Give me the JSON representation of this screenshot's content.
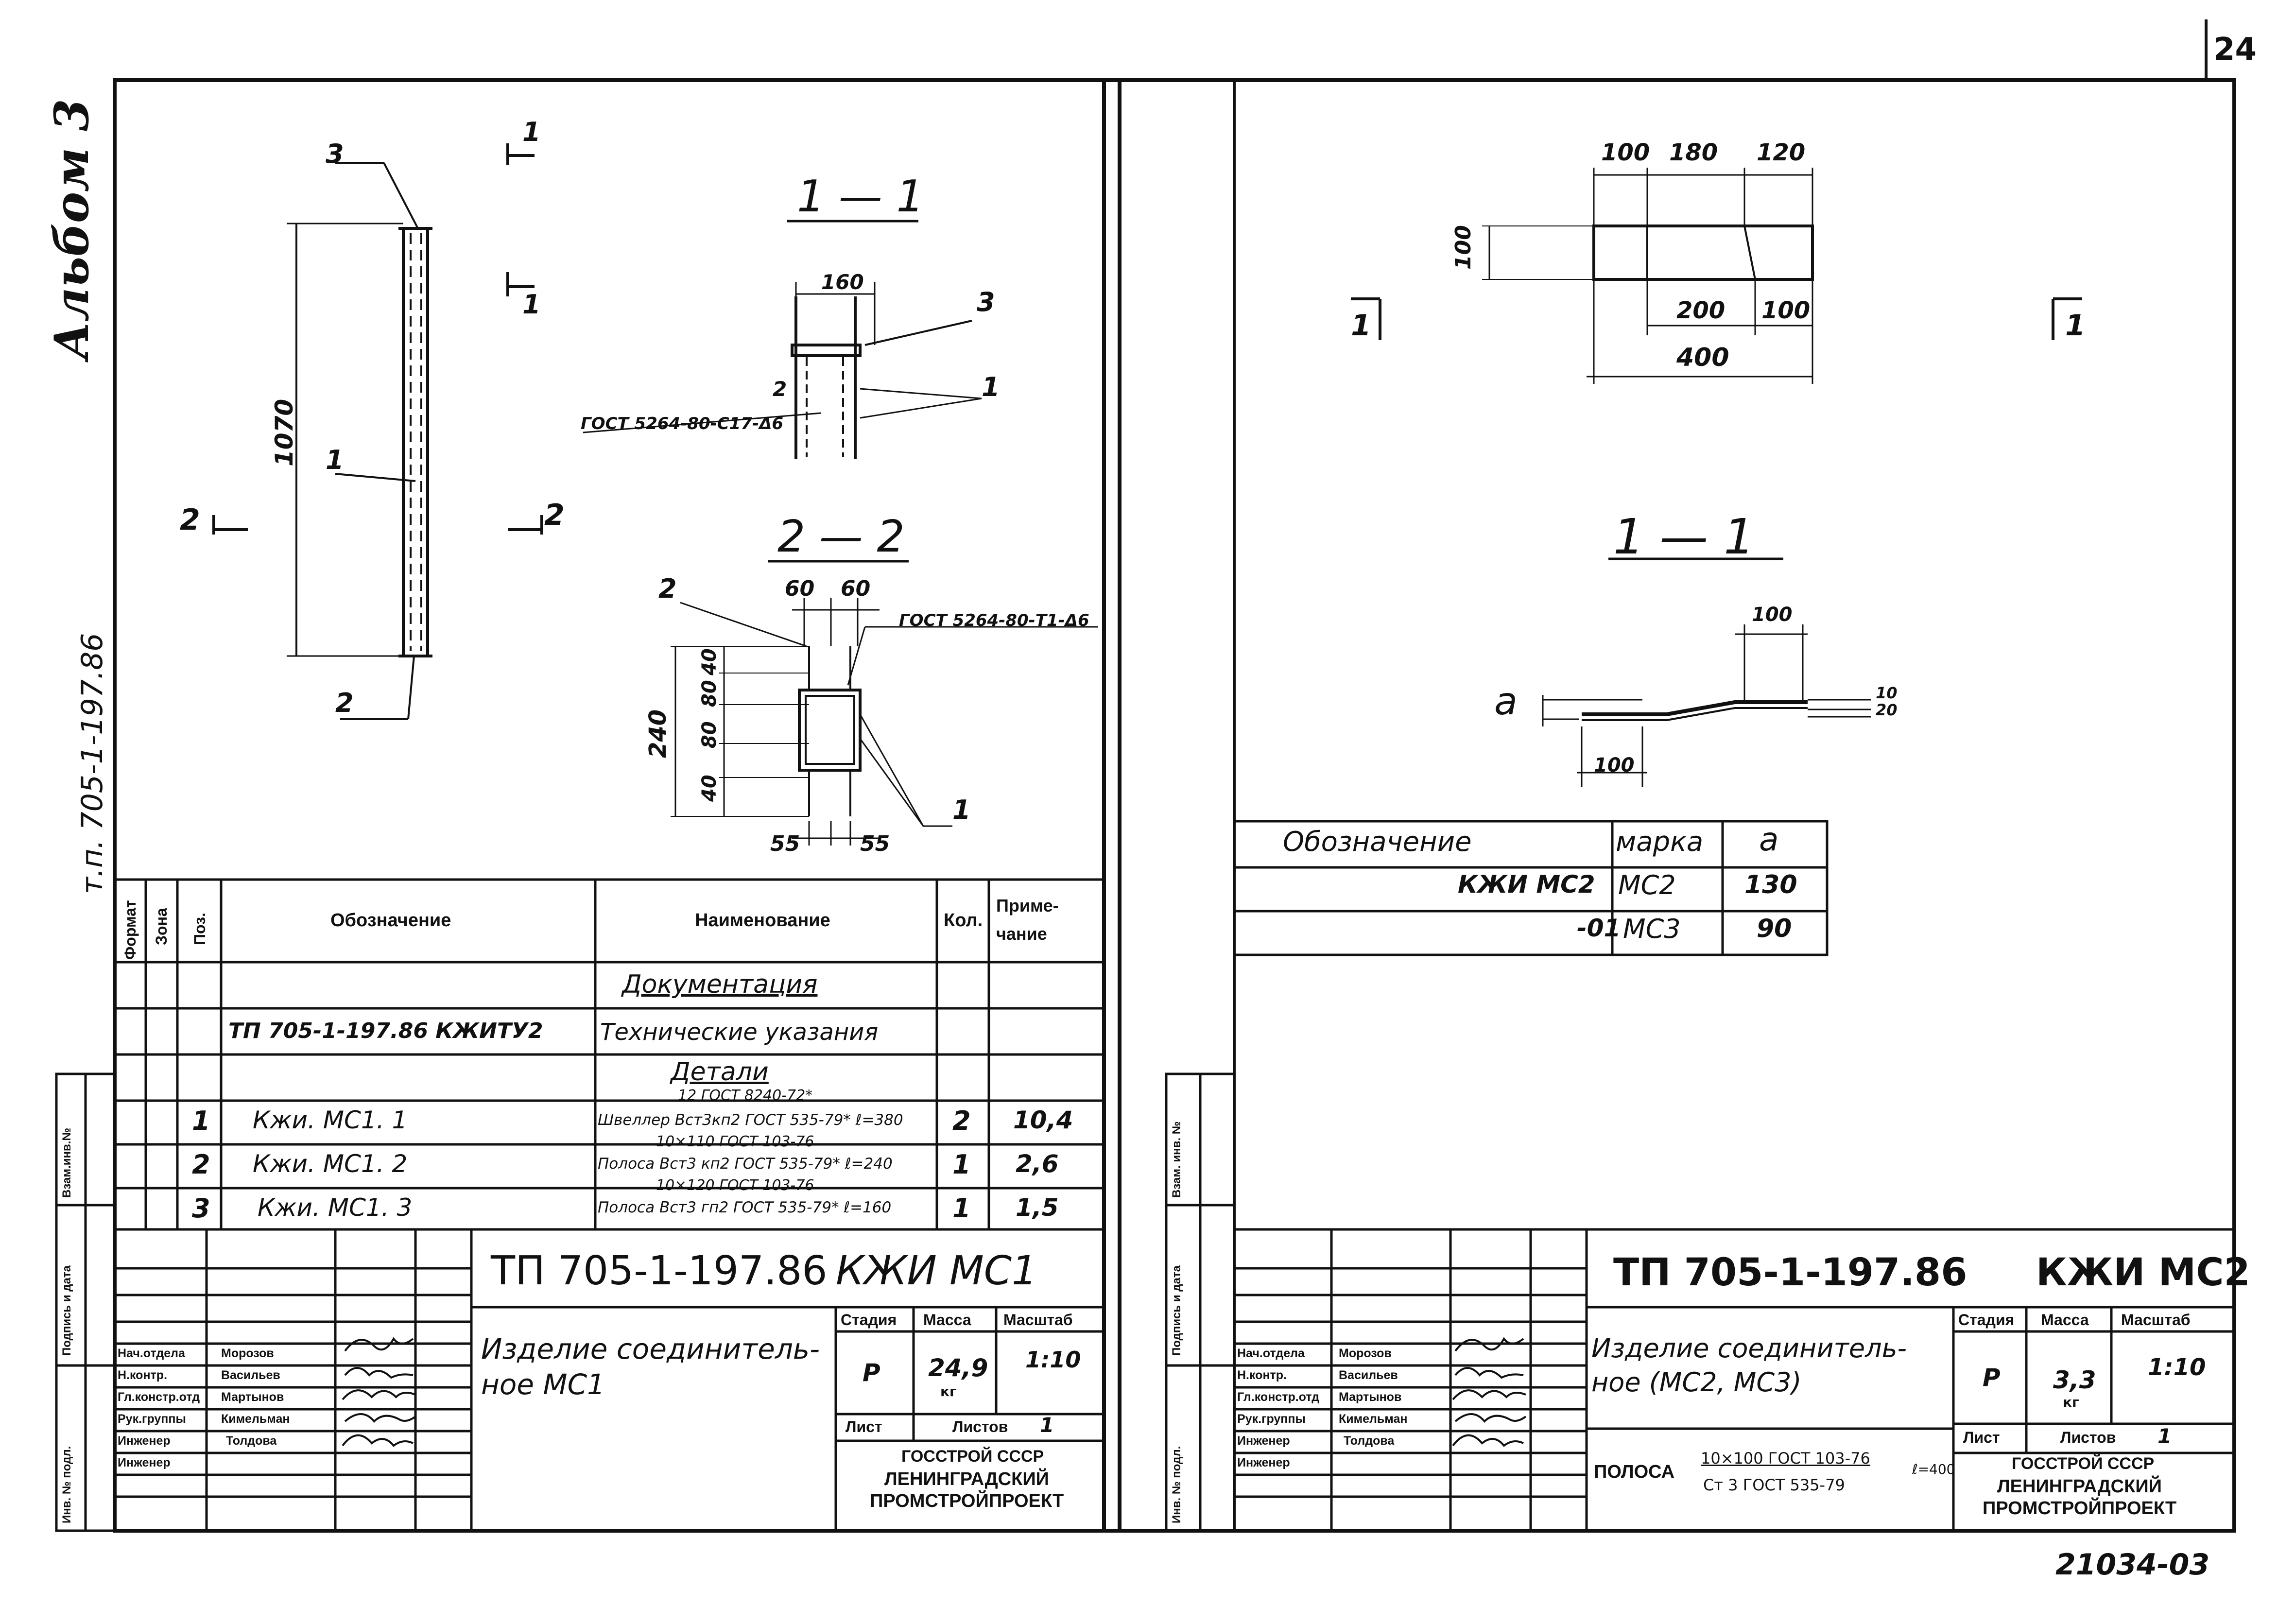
{
  "sheet_number": "24",
  "archive_number": "21034-03",
  "album": "Альбом 3",
  "margin_code": "т.п. 705-1-197.86",
  "left": {
    "elevation": {
      "pos_top": "3",
      "pos_mid": "1",
      "pos_bottom": "2",
      "length_dim": "1070",
      "cut_1": "1",
      "cut_2": "2"
    },
    "section_1_1": {
      "title": "1 — 1",
      "dim_width": "160",
      "pos_3": "3",
      "pos_1": "1",
      "pos_2": "2",
      "weld_note": "ГОСТ 5264-80-С17-Δ6"
    },
    "section_2_2": {
      "title": "2 — 2",
      "dim_top_a": "60",
      "dim_top_b": "60",
      "pos_2": "2",
      "pos_1": "1",
      "dim_height": "240",
      "dim_v_40a": "40",
      "dim_v_80a": "80",
      "dim_v_80b": "80",
      "dim_v_40b": "40",
      "dim_bot_a": "55",
      "dim_bot_b": "55",
      "weld_note": "ГОСТ 5264-80-Т1-Δ6"
    },
    "spec_table": {
      "headers": {
        "format": "Формат",
        "zone": "Зона",
        "pos": "Поз.",
        "designation": "Обозначение",
        "name": "Наименование",
        "qty": "Кол.",
        "note": "Приме-чание"
      },
      "section_doc": "Документация",
      "doc_row": {
        "designation": "ТП 705-1-197.86 КЖИТУ2",
        "name": "Технические указания"
      },
      "section_parts": "Детали",
      "rows": [
        {
          "pos": "1",
          "designation": "Кжи. МС1. 1",
          "name_top": "12 ГОСТ 8240-72*",
          "name_bottom": "Швеллер Вст3кп2 ГОСТ 535-79* ℓ=380",
          "qty": "2",
          "note": "10,4"
        },
        {
          "pos": "2",
          "designation": "Кжи. МС1. 2",
          "name_top": "10×110 ГОСТ 103-76",
          "name_bottom": "Полоса Вст3 кп2 ГОСТ 535-79* ℓ=240",
          "qty": "1",
          "note": "2,6"
        },
        {
          "pos": "3",
          "designation": "Кжи. МС1. 3",
          "name_top": "10×120 ГОСТ 103-76",
          "name_bottom": "Полоса Вст3 гп2 ГОСТ 535-79* ℓ=160",
          "qty": "1",
          "note": "1,5"
        }
      ]
    },
    "title_block": {
      "code": "ТП 705-1-197.86",
      "mark": "КЖИ МС1",
      "name": "Изделие соединитель-ное МС1",
      "stage_label": "Стадия",
      "mass_label": "Масса",
      "scale_label": "Масштаб",
      "stage": "Р",
      "mass": "24,9",
      "mass_unit": "кг",
      "scale": "1:10",
      "sheet_label": "Лист",
      "sheets_label": "Листов",
      "sheets": "1",
      "org_line1": "ГОССТРОЙ СССР",
      "org_line2": "ЛЕНИНГРАДСКИЙ",
      "org_line3": "ПРОМСТРОЙПРОЕКТ",
      "roles": [
        {
          "role": "Нач.отдела",
          "name": "Морозов"
        },
        {
          "role": "Н.контр.",
          "name": "Васильев"
        },
        {
          "role": "Гл.констр.отд",
          "name": "Мартынов"
        },
        {
          "role": "Рук.группы",
          "name": "Кимельман"
        },
        {
          "role": "Инженер",
          "name": "Толдова"
        },
        {
          "role": "Инженер",
          "name": ""
        }
      ]
    },
    "side_stamp": {
      "inv_podl": "Инв. № подл.",
      "sign_date": "Подпись и дата",
      "vzam": "Взам.инв.№"
    }
  },
  "right": {
    "plan": {
      "dim_100": "100",
      "dim_180": "180",
      "dim_120": "120",
      "dim_height": "100",
      "dim_200": "200",
      "dim_100b": "100",
      "dim_400": "400",
      "cut_left": "1",
      "cut_right": "1"
    },
    "section_1_1": {
      "title": "1 — 1",
      "dim_100_top": "100",
      "dim_100_bottom": "100",
      "label_a": "a",
      "dim_10": "10",
      "dim_20": "20"
    },
    "marks_table": {
      "headers": [
        "Обозначение",
        "марка",
        "a"
      ],
      "rows": [
        {
          "designation": "КЖИ МС2",
          "mark": "МС2",
          "a": "130"
        },
        {
          "designation": "-01",
          "mark": "МС3",
          "a": "90"
        }
      ]
    },
    "title_block": {
      "code": "ТП 705-1-197.86",
      "mark": "КЖИ МС2",
      "name": "Изделие соединитель-ное (МС2, МС3)",
      "stage_label": "Стадия",
      "mass_label": "Масса",
      "scale_label": "Масштаб",
      "stage": "Р",
      "mass": "3,3",
      "mass_unit": "кг",
      "scale": "1:10",
      "sheet_label": "Лист",
      "sheets_label": "Листов",
      "sheets": "1",
      "org_line1": "ГОССТРОЙ СССР",
      "org_line2": "ЛЕНИНГРАДСКИЙ",
      "org_line3": "ПРОМСТРОЙПРОЕКТ",
      "material_label": "ПОЛОСА",
      "material_top": "10×100 ГОСТ 103-76",
      "material_bottom": "Ст 3 ГОСТ 535-79",
      "material_len": "ℓ=400",
      "roles": [
        {
          "role": "Нач.отдела",
          "name": "Морозов"
        },
        {
          "role": "Н.контр.",
          "name": "Васильев"
        },
        {
          "role": "Гл.констр.отд",
          "name": "Мартынов"
        },
        {
          "role": "Рук.группы",
          "name": "Кимельман"
        },
        {
          "role": "Инженер",
          "name": "Толдова"
        },
        {
          "role": "Инженер",
          "name": ""
        }
      ]
    },
    "side_stamp": {
      "inv_podl": "Инв. № подл.",
      "sign_date": "Подпись и дата",
      "vzam": "Взам. инв. №"
    }
  }
}
